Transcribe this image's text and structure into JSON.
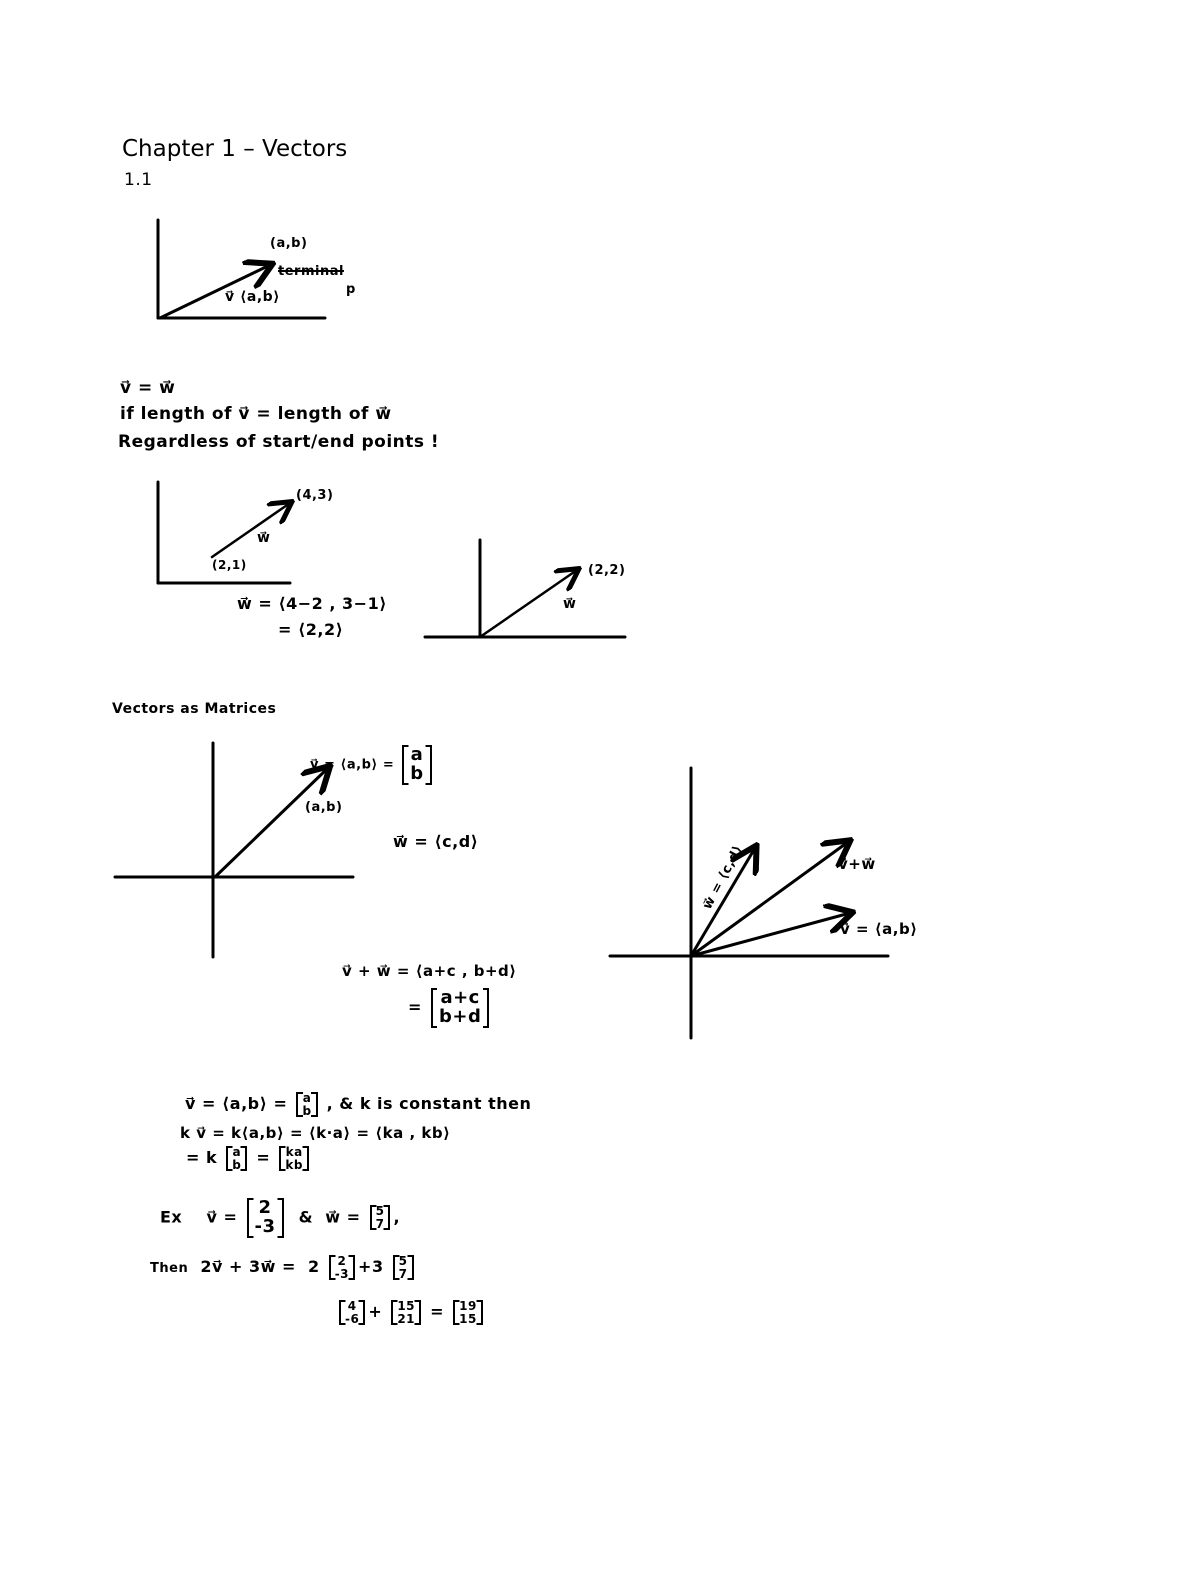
{
  "title": "Chapter 1 – Vectors",
  "section": "1.1",
  "diagram1": {
    "point": "(a,b)",
    "terminal": "terminal",
    "p": "p",
    "vector": "v⃗ ⟨a,b⟩"
  },
  "equality": {
    "line1": "v⃗ = w⃗",
    "line2": "if length of v⃗ = length of w⃗",
    "line3": "Regardless of start/end points !"
  },
  "diagram2": {
    "end": "(4,3)",
    "start": "(2,1)",
    "label": "w⃗",
    "calc1": "w⃗ = ⟨4−2 , 3−1⟩",
    "calc2": "= ⟨2,2⟩"
  },
  "diagram3": {
    "end": "(2,2)",
    "label": "w⃗"
  },
  "matrices_heading": "Vectors as Matrices",
  "diagram4": {
    "point": "(a,b)",
    "v_def": "v⃗ = ⟨a,b⟩ =",
    "v_matrix": [
      "a",
      "b"
    ],
    "w_def": "w⃗ = ⟨c,d⟩",
    "sum": "v⃗ + w⃗ = ⟨a+c , b+d⟩",
    "sum_eq": "=",
    "sum_matrix": [
      "a+c",
      "b+d"
    ]
  },
  "diagram5": {
    "w_label": "w⃗ = ⟨c,d⟩",
    "sum_label": "v⃗+w⃗",
    "v_label": "v⃗ = ⟨a,b⟩"
  },
  "scalar": {
    "line1_a": "v⃗ = ⟨a,b⟩ =",
    "line1_m": [
      "a",
      "b"
    ],
    "line1_b": ", & k is constant then",
    "line2": "k v⃗ = k⟨a,b⟩ = ⟨k·a⟩ = ⟨ka , kb⟩",
    "line3_a": "= k",
    "line3_m1": [
      "a",
      "b"
    ],
    "line3_eq": "=",
    "line3_m2": [
      "ka",
      "kb"
    ]
  },
  "example": {
    "ex": "Ex",
    "v": "v⃗ =",
    "v_m": [
      "2",
      "-3"
    ],
    "and": "&",
    "w": "w⃗ =",
    "w_m": [
      "5",
      "7"
    ],
    "comma": ",",
    "then": "Then",
    "expr": "2v⃗ + 3w⃗ =",
    "c1": "2",
    "m1": [
      "2",
      "-3"
    ],
    "plus1": "+3",
    "m2": [
      "5",
      "7"
    ],
    "r1": [
      "4",
      "-6"
    ],
    "plus2": "+",
    "r2": [
      "15",
      "21"
    ],
    "eq": "=",
    "r3": [
      "19",
      "15"
    ]
  }
}
